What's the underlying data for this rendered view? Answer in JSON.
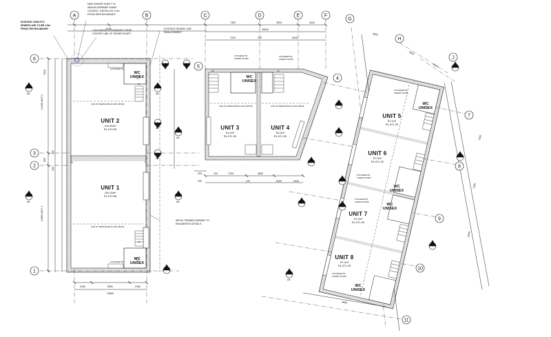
{
  "notes": {
    "pvc": [
      "EXISTING 150Ø PVC",
      "SEWER LINE TO BE 1.5m",
      "FROM THE BOUNDARY"
    ],
    "shaft": [
      "NEW SEWER SHAFT TO",
      "WINGECARRIBEE SHIRE",
      "COUNCIL. INSTALLED 1.5m",
      "FROM SIDE BOUNDARY"
    ],
    "radius": [
      "1.5m RADIUS CLEARANCE FROM",
      "CENTER LINE OF SEWER SHAFT"
    ],
    "existing_sewer": [
      "EXISTING SEWER LINE",
      "REALIGNMENT"
    ],
    "metal": [
      "METAL FRAMED AWNING TO",
      "ENGINEER'S DETAILS"
    ]
  },
  "units": [
    {
      "name": "UNIT 2",
      "area": "144.50m²",
      "rl": "RL 670.95"
    },
    {
      "name": "UNIT 1",
      "area": "150.20m²",
      "rl": "RL 670.95"
    },
    {
      "name": "UNIT 3",
      "area": "81.0m²",
      "rl": "RL 671.00"
    },
    {
      "name": "UNIT 4",
      "area": "81.0m²",
      "rl": "RL 671.00"
    },
    {
      "name": "UNIT 5",
      "area": "57.0m²",
      "rl": "RL 671.20"
    },
    {
      "name": "UNIT 6",
      "area": "57.0m²",
      "rl": "RL 671.20"
    },
    {
      "name": "UNIT 7",
      "area": "57.0m²",
      "rl": "RL 671.20"
    },
    {
      "name": "UNIT 8",
      "area": "57.0m²",
      "rl": "RL 671.20"
    }
  ],
  "wc": {
    "line1": "WC",
    "line2": "UNISEX"
  },
  "kitchenette": "KITCHENETTE",
  "kitchenette_stair": [
    "KITCHENETTE",
    "UNDER STAIRS"
  ],
  "mezz_line": "LINE OF MEZZANINE FLOOR ABOVE",
  "up": "UP",
  "section_tag": "A8",
  "grid_labels": {
    "top": [
      "A",
      "B",
      "C",
      "D",
      "E",
      "F"
    ],
    "left": [
      "6",
      "5",
      "4",
      "3",
      "2",
      "1"
    ],
    "diag_top": [
      "G",
      "H",
      "J"
    ],
    "diag_right": [
      "7",
      "8",
      "9",
      "10",
      "11"
    ]
  },
  "dims": {
    "left_bottom": [
      "2460",
      "5500",
      "2460"
    ],
    "left_total": "10650",
    "left_top": "8150",
    "left_vert": [
      "14400 UNIT 2",
      "14800 UNIT 1"
    ],
    "left_vert_small": [
      "7840",
      "200",
      "800",
      "200"
    ],
    "mid_top": [
      "7450",
      "3500",
      "4040"
    ],
    "mid_total": "18040",
    "mid_second": [
      "7200",
      "240",
      "6045"
    ],
    "mid_bottom": [
      "7200",
      "4800",
      "5300",
      "4040"
    ],
    "mid_bottom_small": [
      "200",
      "700",
      "240",
      "200"
    ],
    "diag": [
      "8500",
      "4800",
      "6045",
      "7450",
      "7200",
      "6045",
      "4800"
    ]
  }
}
